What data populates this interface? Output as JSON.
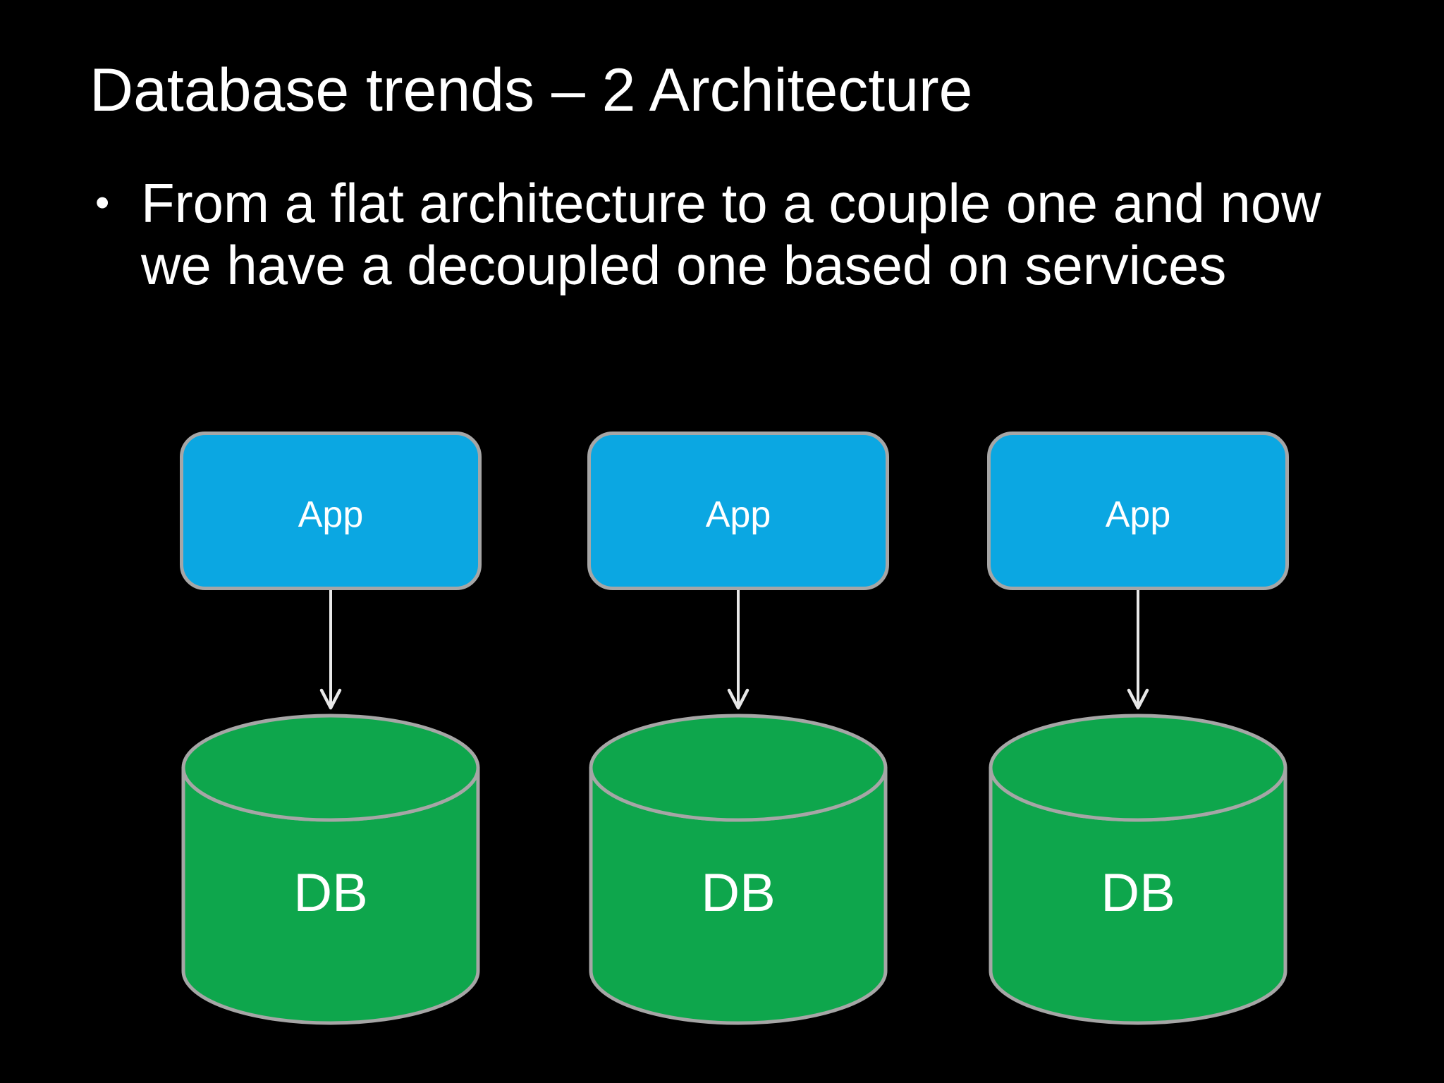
{
  "slide": {
    "title": "Database trends – 2 Architecture",
    "bullet": {
      "marker": "•",
      "lines": [
        "From a flat architecture to a couple one and now",
        "we have a decoupled one based on services"
      ]
    },
    "columns": [
      {
        "app_label": "App",
        "db_label": "DB"
      },
      {
        "app_label": "App",
        "db_label": "DB"
      },
      {
        "app_label": "App",
        "db_label": "DB"
      }
    ],
    "colors": {
      "background": "#000000",
      "app_fill": "#0ba7e2",
      "db_fill": "#0ea64c",
      "shape_border": "#a6a6a6",
      "arrow": "#e8e8e8",
      "text": "#ffffff"
    }
  }
}
